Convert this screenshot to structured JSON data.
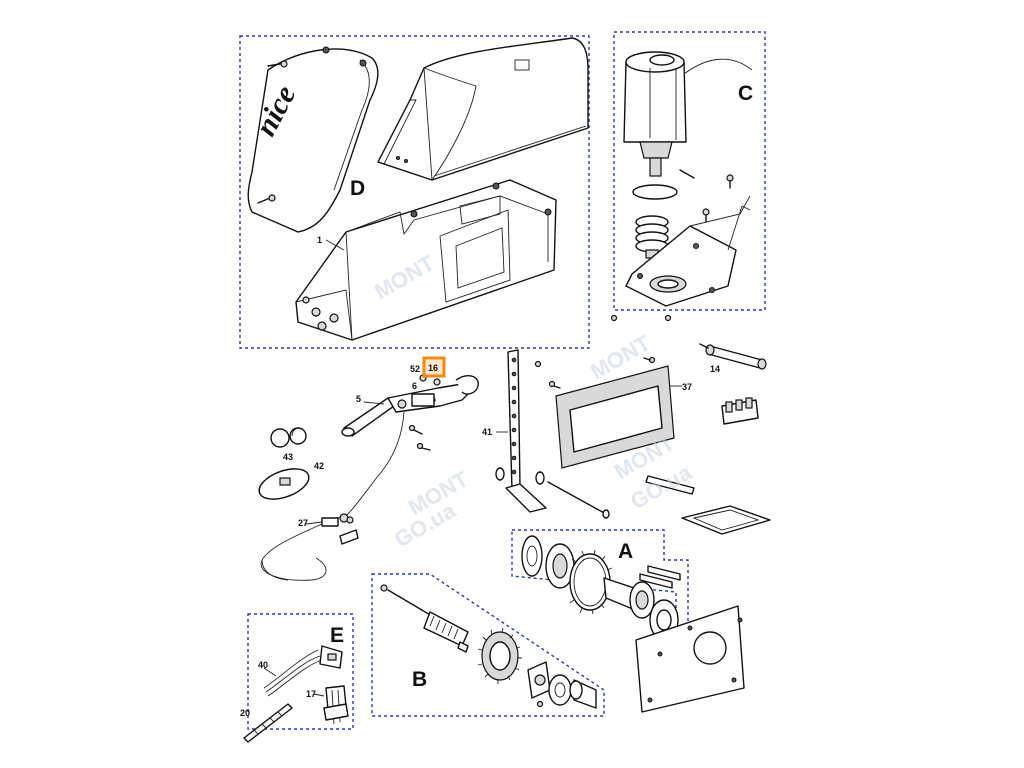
{
  "groups": {
    "A": "A",
    "B": "B",
    "C": "C",
    "D": "D",
    "E": "E"
  },
  "brand": {
    "logo_text": "nice"
  },
  "watermark": {
    "line1": "MONT",
    "line2": "GO.ua"
  },
  "parts": {
    "p1": "1",
    "p5": "5",
    "p6": "6",
    "p14": "14",
    "p16": "16",
    "p17": "17",
    "p20": "20",
    "p27": "27",
    "p37": "37",
    "p40": "40",
    "p41": "41",
    "p42": "42",
    "p43": "43",
    "p52": "52"
  },
  "highlight": {
    "part": "16",
    "color": "#f08a12"
  },
  "colors": {
    "group_box": "#2b36b8",
    "line": "#111111",
    "highlight": "#f08a12"
  }
}
